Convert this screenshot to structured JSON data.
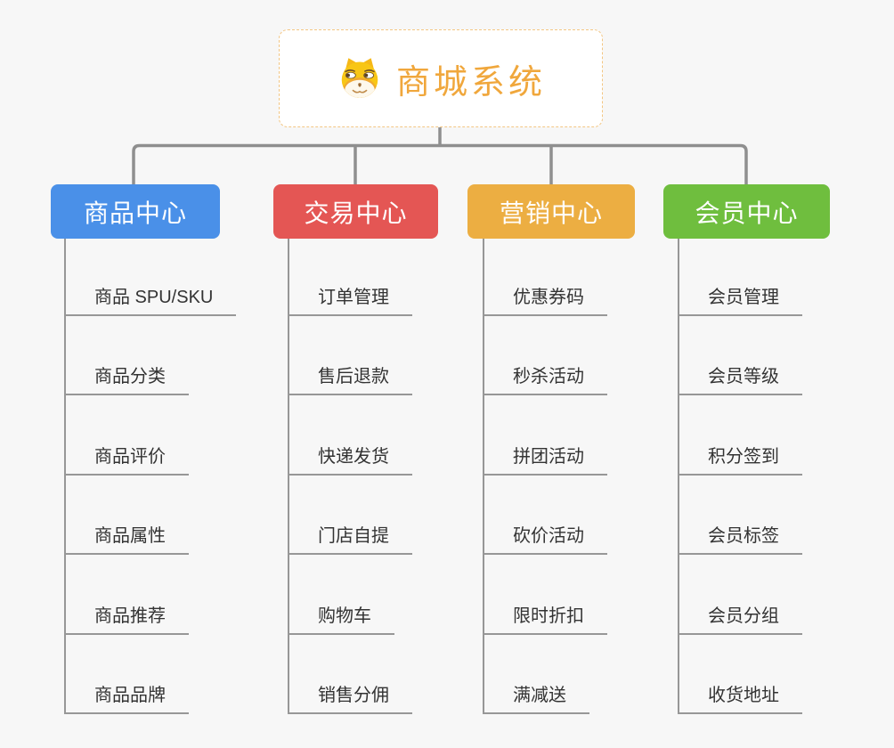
{
  "page": {
    "background_color": "#f7f7f7"
  },
  "root": {
    "title": "商城系统",
    "icon": "doge-icon",
    "text_color": "#f0a73c",
    "border_color": "#f3c683",
    "fill_color": "#ffffff"
  },
  "connector_color": "#8f8f8f",
  "leaf_line_color": "#979797",
  "branches": [
    {
      "id": "product-center",
      "label": "商品中心",
      "color": "#4a90e8",
      "items": [
        "商品 SPU/SKU",
        "商品分类",
        "商品评价",
        "商品属性",
        "商品推荐",
        "商品品牌"
      ]
    },
    {
      "id": "trade-center",
      "label": "交易中心",
      "color": "#e45654",
      "items": [
        "订单管理",
        "售后退款",
        "快递发货",
        "门店自提",
        "购物车",
        "销售分佣"
      ]
    },
    {
      "id": "marketing-center",
      "label": "营销中心",
      "color": "#ecae42",
      "items": [
        "优惠券码",
        "秒杀活动",
        "拼团活动",
        "砍价活动",
        "限时折扣",
        "满减送"
      ]
    },
    {
      "id": "member-center",
      "label": "会员中心",
      "color": "#6fbe3e",
      "items": [
        "会员管理",
        "会员等级",
        "积分签到",
        "会员标签",
        "会员分组",
        "收货地址"
      ]
    }
  ]
}
